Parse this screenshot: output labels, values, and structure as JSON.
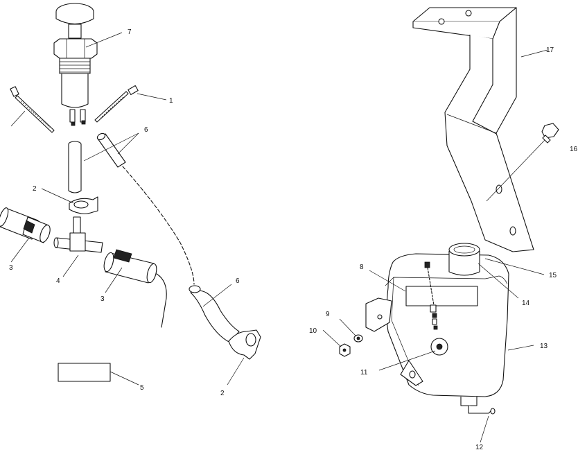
{
  "callouts": {
    "c1": "1",
    "c2a": "2",
    "c2b": "2",
    "c3a": "3",
    "c3b": "3",
    "c4": "4",
    "c5": "5",
    "c6a": "6",
    "c6b": "6",
    "c7": "7",
    "c8": "8",
    "c9": "9",
    "c10": "10",
    "c11": "11",
    "c12": "12",
    "c13": "13",
    "c14": "14",
    "c15": "15",
    "c16": "16",
    "c17": "17"
  },
  "parts": {
    "p1": "cable-tie-icon",
    "p2": "hose-clamp-icon",
    "p3": "hose-clamp-band-icon",
    "p4": "tee-fitting-icon",
    "p5": "decal-icon",
    "p6": "hose-icon",
    "p7": "primer-pump-icon",
    "p8": "decal-icon",
    "p9": "washer-icon",
    "p10": "nut-icon",
    "p11": "grommet-icon",
    "p12": "drain-fitting-icon",
    "p13": "reservoir-tank-icon",
    "p14": "cap-icon",
    "p15": "neck-icon",
    "p16": "bolt-icon",
    "p17": "mounting-bracket-icon"
  }
}
